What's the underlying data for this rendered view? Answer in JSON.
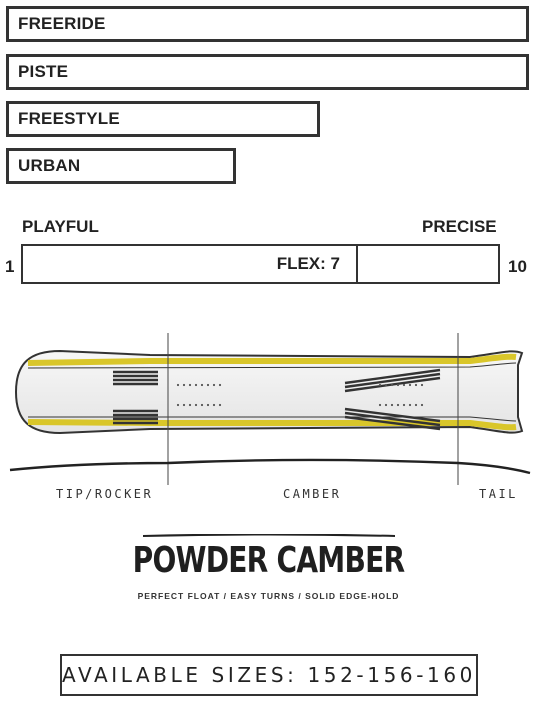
{
  "terrain": [
    {
      "label": "FREERIDE",
      "rating": 1.0
    },
    {
      "label": "PISTE",
      "rating": 1.0
    },
    {
      "label": "FREESTYLE",
      "rating": 0.6
    },
    {
      "label": "URBAN",
      "rating": 0.44
    }
  ],
  "flex": {
    "left_label": "PLAYFUL",
    "right_label": "PRECISE",
    "min": "1",
    "max": "10",
    "text": "FLEX: 7",
    "value": 7
  },
  "profile": {
    "zones": [
      "TIP/ROCKER",
      "CAMBER",
      "TAIL"
    ],
    "name": "POWDER CAMBER",
    "tagline": "PERFECT FLOAT / EASY TURNS / SOLID EDGE-HOLD",
    "accent": "#d9c62a"
  },
  "sizes": "AVAILABLE SIZES: 152-156-160"
}
